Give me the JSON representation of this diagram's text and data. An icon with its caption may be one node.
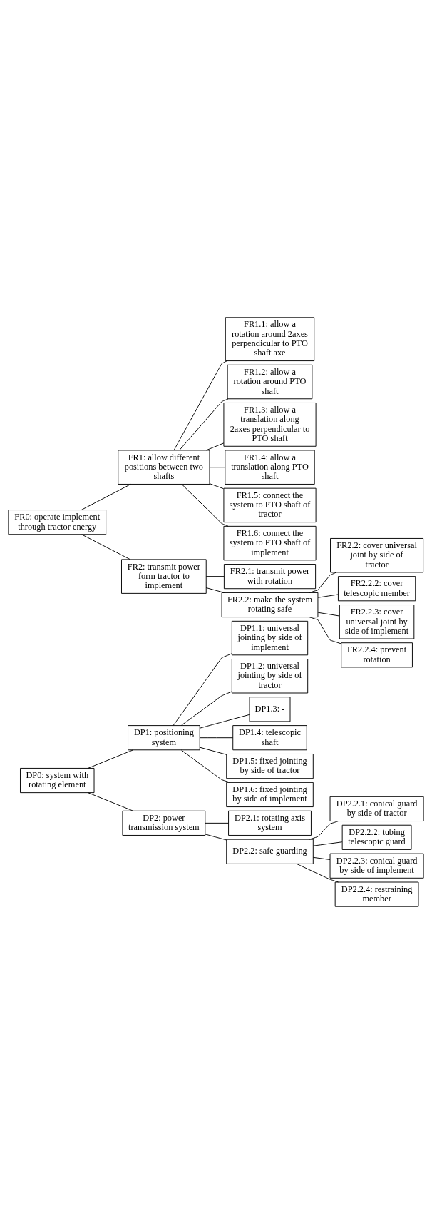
{
  "diagram": {
    "nodes": [
      {
        "text": [
          "DP0: system with rotating element"
        ]
      },
      {
        "text": [
          "DP1: positioning system"
        ]
      },
      {
        "text": [
          "DP1.1: universal jointing by side of implement"
        ]
      },
      {
        "text": [
          "DP1.2: universal jointing by side of tractor"
        ]
      },
      {
        "text": [
          "DP1.3: -"
        ]
      },
      {
        "text": [
          "DP1.4: telescopic shaft"
        ]
      },
      {
        "text": [
          "DP1.5: fixed jointing by side of tractor"
        ]
      },
      {
        "text": [
          "DP1.6: fixed jointing by side of implement"
        ]
      },
      {
        "text": [
          "DP2: power transmission system"
        ]
      },
      {
        "text": [
          "DP2.1: rotating axis system"
        ]
      },
      {
        "text": [
          "DP2.2: safe guarding"
        ]
      },
      {
        "text": [
          "DP2.2.1: conical guard by side of tractor"
        ]
      },
      {
        "text": [
          "DP2.2.2: tubing telescopic guard"
        ]
      },
      {
        "text": [
          "DP2.2.3: conical guard by side of implement"
        ]
      },
      {
        "text": [
          "DP2.2.4: restraining member"
        ]
      },
      {
        "text": [
          "FR0: operate implement through tractor energy"
        ]
      },
      {
        "text": [
          "FR1: allow different positions between two shafts"
        ]
      },
      {
        "text": [
          "FR1.1: allow a rotation around 2axes perpendicular to PTO shaft axe"
        ]
      },
      {
        "text": [
          "FR1.2: allow a rotation around PTO shaft"
        ]
      },
      {
        "text": [
          "FR1.3: allow a translation along 2axes perpendicular to PTO shaft"
        ]
      },
      {
        "text": [
          "FR1.4: allow a translation along PTO shaft"
        ]
      },
      {
        "text": [
          "FR1.5: connect the system to PTO shaft of tractor"
        ]
      },
      {
        "text": [
          "FR1.6: connect the system to PTO shaft of implement"
        ]
      },
      {
        "text": [
          "FR2: transmit power form tractor to implement"
        ]
      },
      {
        "text": [
          "FR2.1: transmit power with rotation"
        ]
      },
      {
        "text": [
          "FR2.2: make the system rotating safe"
        ]
      },
      {
        "text": [
          "FR2.2: cover universal joint by side of tractor"
        ]
      },
      {
        "text": [
          "FR2.2.2: cover telescopic member"
        ]
      },
      {
        "text": [
          "FR2.2.3: cover universal joint by side of implement"
        ]
      },
      {
        "text": [
          "FR2.2.4: prevent rotation"
        ]
      }
    ],
    "edges": [
      {
        "from": 0,
        "to": 1,
        "arrow": "none"
      },
      {
        "from": 1,
        "to": 2,
        "arrow": "none"
      },
      {
        "from": 1,
        "to": 3,
        "arrow": "none"
      },
      {
        "from": 1,
        "to": 4,
        "arrow": "none"
      },
      {
        "from": 1,
        "to": 5,
        "arrow": "none"
      },
      {
        "from": 1,
        "to": 6,
        "arrow": "none"
      },
      {
        "from": 1,
        "to": 7,
        "arrow": "none"
      },
      {
        "from": 0,
        "to": 8,
        "arrow": "none"
      },
      {
        "from": 8,
        "to": 9,
        "arrow": "none"
      },
      {
        "from": 8,
        "to": 10,
        "arrow": "none"
      },
      {
        "from": 10,
        "to": 11,
        "arrow": "none"
      },
      {
        "from": 10,
        "to": 12,
        "arrow": "none"
      },
      {
        "from": 10,
        "to": 13,
        "arrow": "none"
      },
      {
        "from": 10,
        "to": 14,
        "arrow": "none"
      },
      {
        "from": 15,
        "to": 16,
        "arrow": "none"
      },
      {
        "from": 16,
        "to": 17,
        "arrow": "none"
      },
      {
        "from": 16,
        "to": 18,
        "arrow": "none"
      },
      {
        "from": 16,
        "to": 19,
        "arrow": "none"
      },
      {
        "from": 16,
        "to": 20,
        "arrow": "none"
      },
      {
        "from": 16,
        "to": 21,
        "arrow": "none"
      },
      {
        "from": 16,
        "to": 22,
        "arrow": "none"
      },
      {
        "from": 15,
        "to": 23,
        "arrow": "none"
      },
      {
        "from": 23,
        "to": 24,
        "arrow": "none"
      },
      {
        "from": 23,
        "to": 25,
        "arrow": "none"
      },
      {
        "from": 25,
        "to": 26,
        "arrow": "none"
      },
      {
        "from": 25,
        "to": 27,
        "arrow": "none"
      },
      {
        "from": 25,
        "to": 28,
        "arrow": "none"
      },
      {
        "from": 25,
        "to": 29,
        "arrow": "none"
      }
    ]
  }
}
